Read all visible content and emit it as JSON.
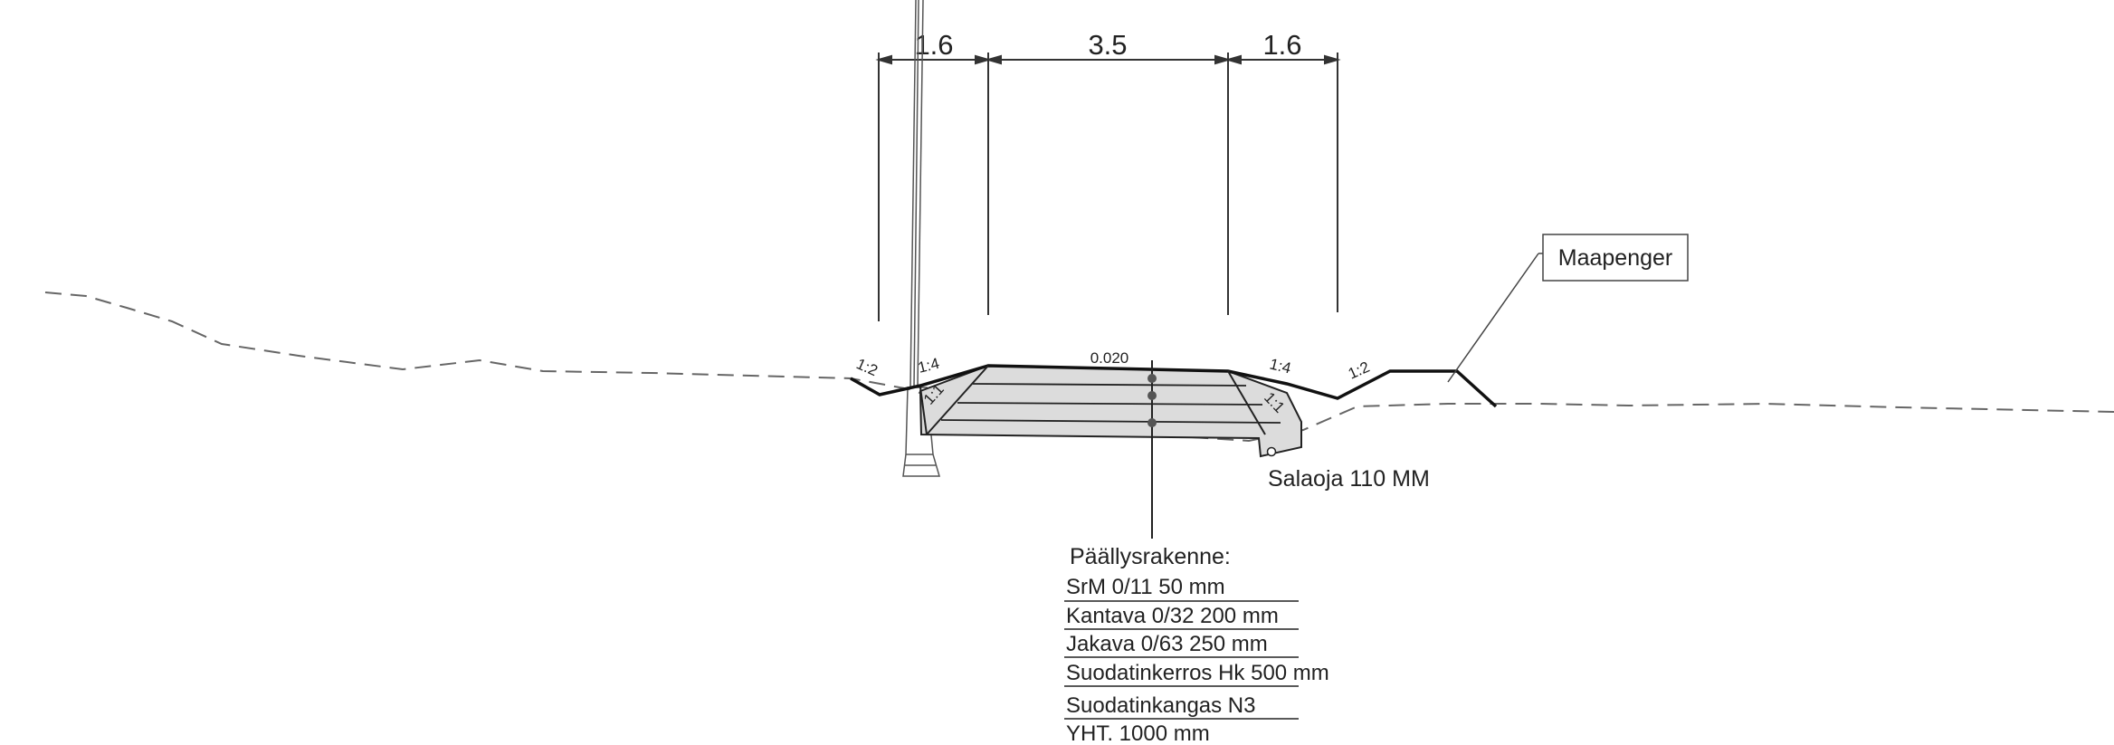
{
  "dimensions": {
    "left_shoulder": "1.6",
    "carriageway": "3.5",
    "right_shoulder": "1.6"
  },
  "crossfall": "0.020",
  "slopes": {
    "left_outer": "1:2",
    "left_inner": "1:4",
    "left_cut": "1:1",
    "right_inner": "1:4",
    "right_cut": "1:1",
    "right_outer": "1:2"
  },
  "labels": {
    "embankment": "Maapenger",
    "drain": "Salaoja 110 MM"
  },
  "pavement": {
    "title": "Päällysrakenne:",
    "layers": [
      "SrM 0/11 50 mm",
      "Kantava 0/32 200 mm",
      "Jakava 0/63 250 mm",
      "Suodatinkerros Hk 500 mm",
      "Suodatinkangas N3",
      "YHT. 1000 mm"
    ]
  },
  "colors": {
    "line": "#222222",
    "structure_fill": "#dcdcdc",
    "ground_line": "#666666"
  }
}
